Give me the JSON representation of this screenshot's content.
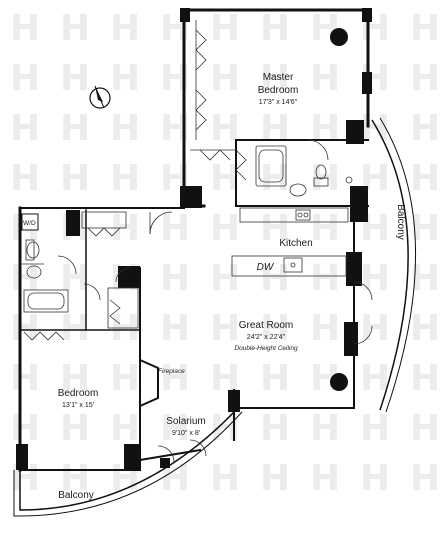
{
  "rooms": {
    "master_bedroom": {
      "name_line1": "Master",
      "name_line2": "Bedroom",
      "dimensions": "17'3\" x 14'6\""
    },
    "kitchen": {
      "name": "Kitchen"
    },
    "dishwasher": {
      "label": "DW"
    },
    "great_room": {
      "name": "Great Room",
      "dimensions": "24'2\" x 22'4\"",
      "note": "Double-Height Ceiling"
    },
    "fireplace": {
      "label": "Fireplace"
    },
    "bedroom": {
      "name": "Bedroom",
      "dimensions": "13'1\" x 15'"
    },
    "solarium": {
      "name": "Solarium",
      "dimensions": "9'10\" x 8'"
    },
    "balcony_east": {
      "name": "Balcony"
    },
    "balcony_south": {
      "name": "Balcony"
    },
    "washer_dryer": {
      "label": "W/D"
    }
  },
  "compass": {
    "icon": "north-arrow-icon"
  },
  "watermark": {
    "glyph": "H",
    "color": "#ececec"
  },
  "colors": {
    "wall": "#111111",
    "line": "#333333",
    "background": "#ffffff"
  }
}
